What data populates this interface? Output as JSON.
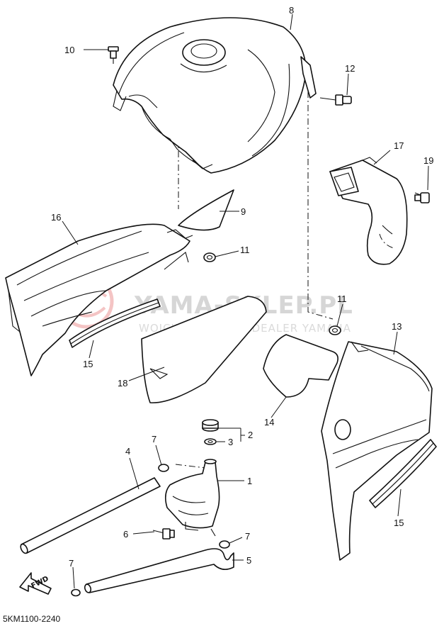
{
  "diagram_code": "5KM1100-2240",
  "watermark": {
    "brand": "YAMA-SKLEP.PL",
    "dealer": "WOJCIECHOWICZ | DEALER YAMAHA"
  },
  "fwd_label": "FWD",
  "callouts": [
    {
      "id": "c1",
      "label": "1"
    },
    {
      "id": "c2",
      "label": "2"
    },
    {
      "id": "c3",
      "label": "3"
    },
    {
      "id": "c4",
      "label": "4"
    },
    {
      "id": "c5",
      "label": "5"
    },
    {
      "id": "c6",
      "label": "6"
    },
    {
      "id": "c7a",
      "label": "7"
    },
    {
      "id": "c7b",
      "label": "7"
    },
    {
      "id": "c7c",
      "label": "7"
    },
    {
      "id": "c8",
      "label": "8"
    },
    {
      "id": "c9",
      "label": "9"
    },
    {
      "id": "c10",
      "label": "10"
    },
    {
      "id": "c11a",
      "label": "11"
    },
    {
      "id": "c11b",
      "label": "11"
    },
    {
      "id": "c12",
      "label": "12"
    },
    {
      "id": "c13",
      "label": "13"
    },
    {
      "id": "c14",
      "label": "14"
    },
    {
      "id": "c15a",
      "label": "15"
    },
    {
      "id": "c15b",
      "label": "15"
    },
    {
      "id": "c16",
      "label": "16"
    },
    {
      "id": "c17",
      "label": "17"
    },
    {
      "id": "c18",
      "label": "18"
    },
    {
      "id": "c19",
      "label": "19"
    }
  ]
}
